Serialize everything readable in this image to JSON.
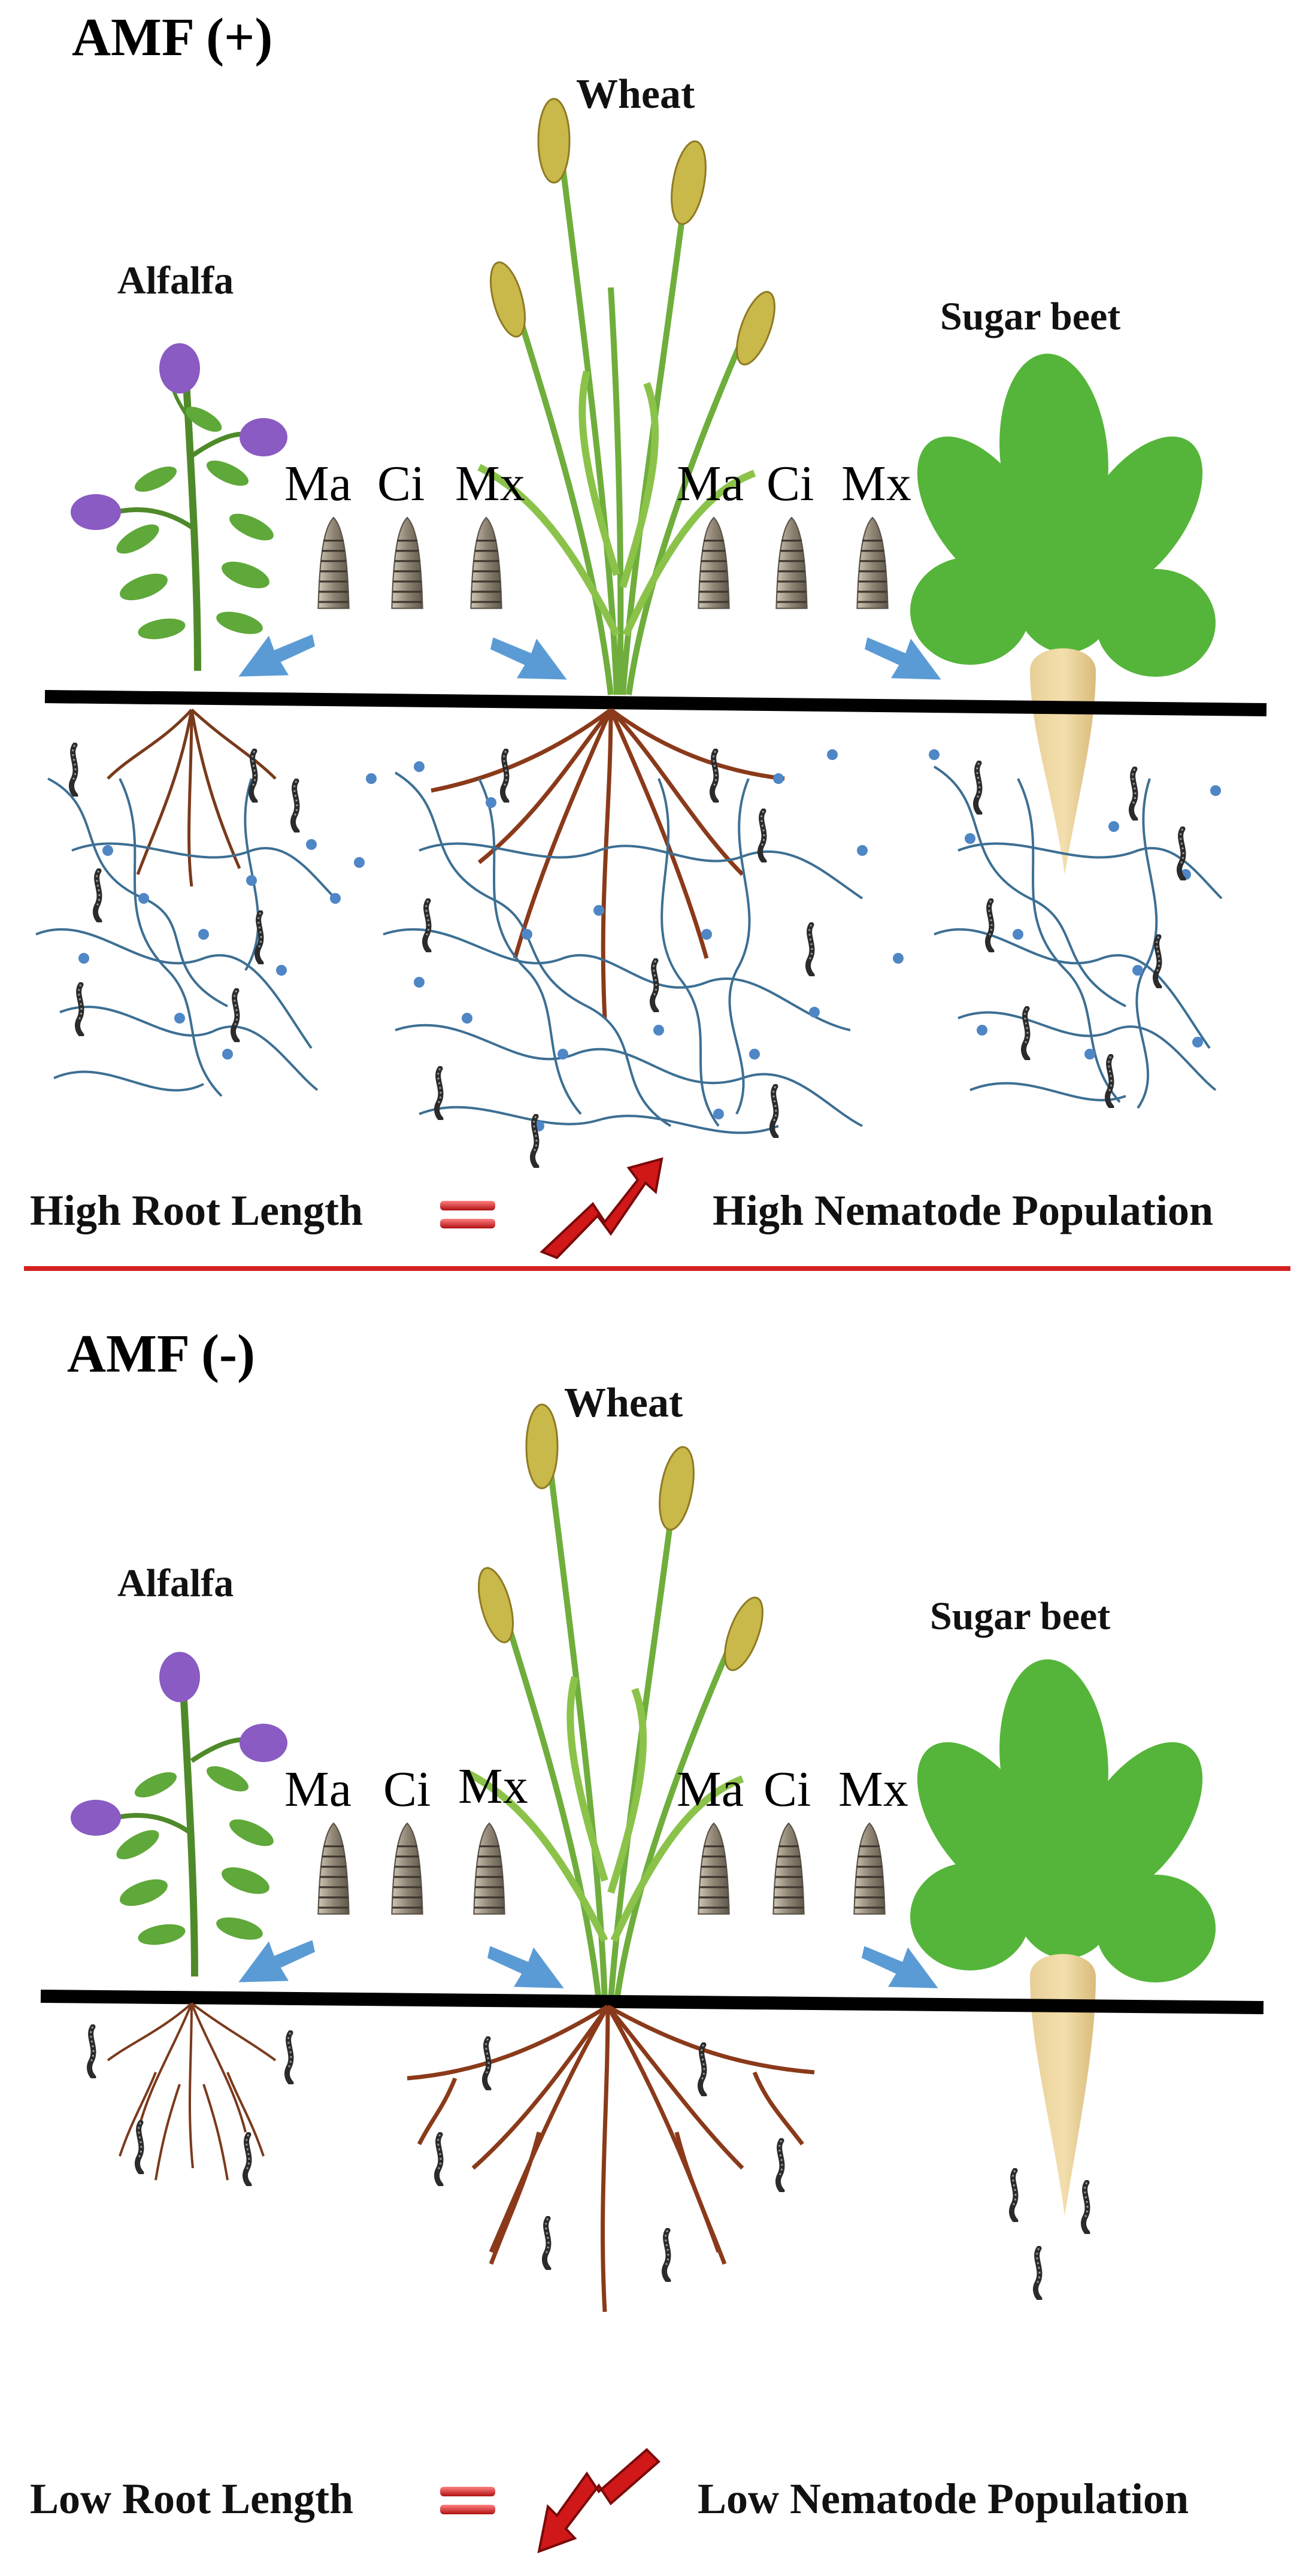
{
  "panels": [
    {
      "condition": "AMF (+)",
      "plants": {
        "left": "Alfalfa",
        "center": "Wheat",
        "right": "Sugar beet"
      },
      "species_left": [
        "Ma",
        "Ci",
        "Mx"
      ],
      "species_right": [
        "Ma",
        "Ci",
        "Mx"
      ],
      "summary": {
        "left": "High Root Length",
        "right": "High Nematode Population",
        "trend": "up"
      }
    },
    {
      "condition": "AMF (-)",
      "plants": {
        "left": "Alfalfa",
        "center": "Wheat",
        "right": "Sugar beet"
      },
      "species_left": [
        "Ma",
        "Ci",
        "Mx"
      ],
      "species_right": [
        "Ma",
        "Ci",
        "Mx"
      ],
      "summary": {
        "left": "Low Root Length",
        "right": "Low Nematode Population",
        "trend": "down"
      }
    }
  ],
  "colors": {
    "divider": "#d42020",
    "ground_line": "#000000",
    "hyphae": "#3d6f93",
    "spore": "#4f86c6",
    "root": "#8a3a1a",
    "arrow": "#5b9bd5",
    "trend_arrow": "#d01818"
  }
}
